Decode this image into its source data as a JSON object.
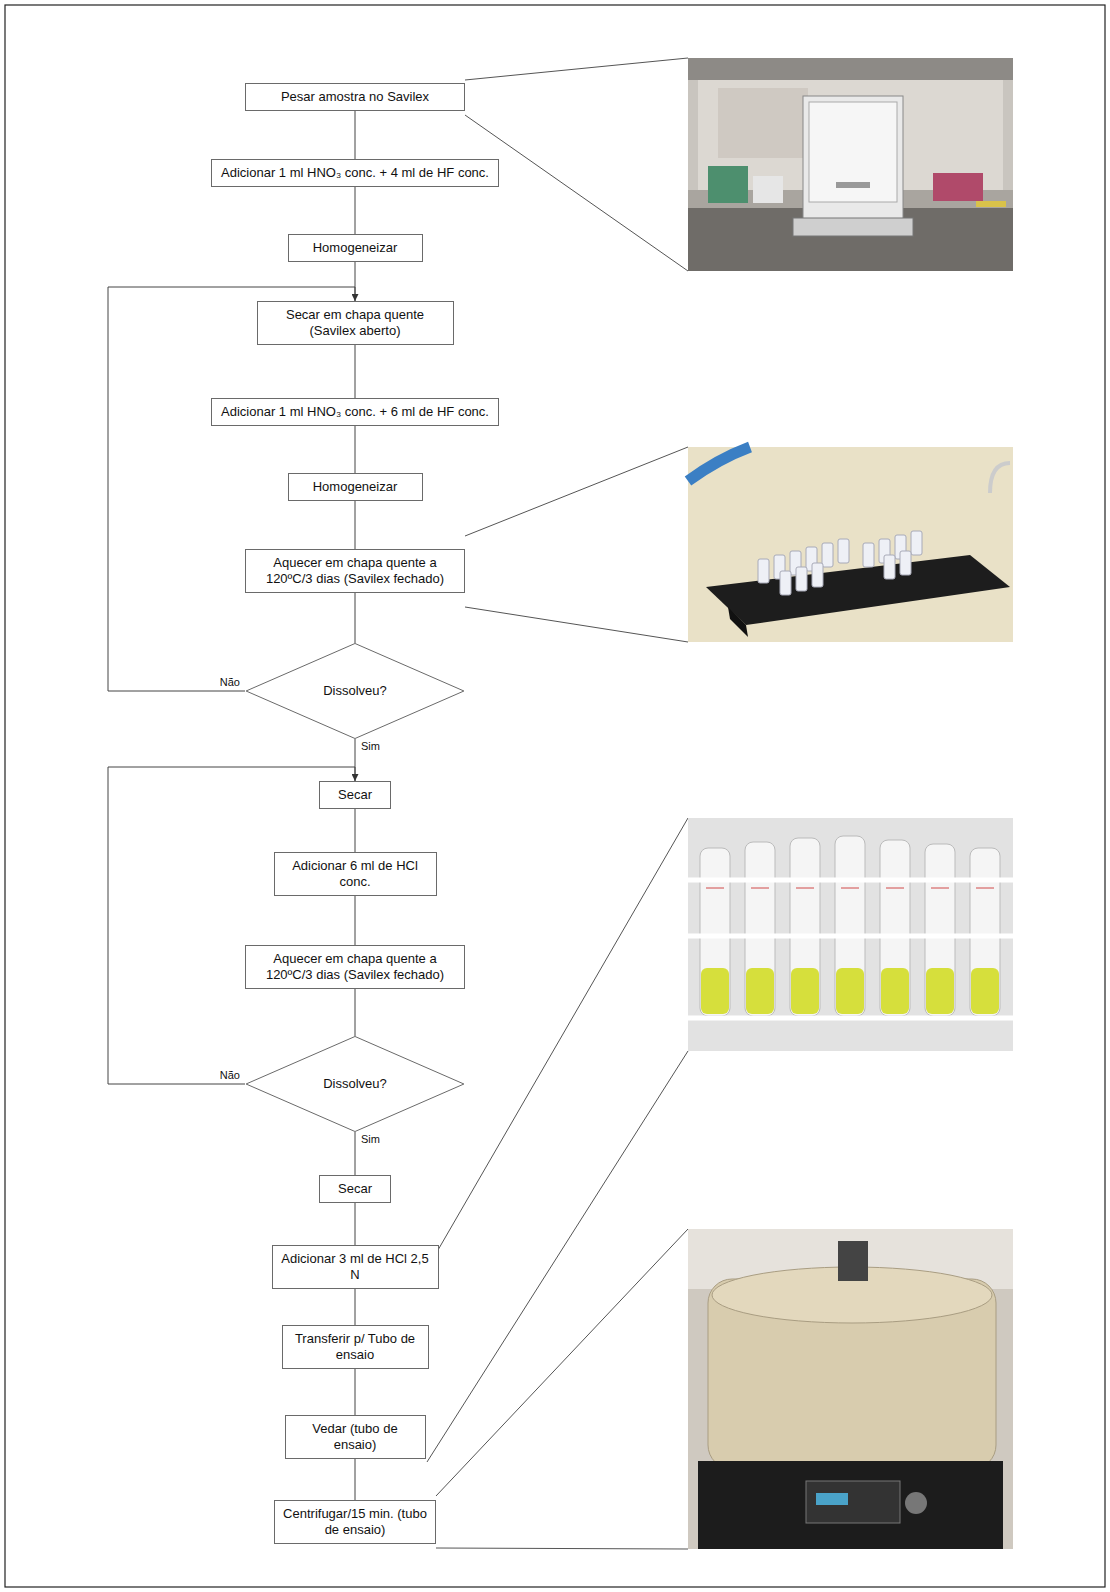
{
  "diagram": {
    "nodes": [
      {
        "text": [
          "Pesar amostra no Savilex"
        ]
      },
      {
        "text": [
          "Adicionar 1 ml HNO₃ conc. + 4 ml de HF conc."
        ]
      },
      {
        "text": [
          "Homogeneizar"
        ]
      },
      {
        "text": [
          "Secar em chapa quente (Savilex aberto)"
        ]
      },
      {
        "text": [
          "Adicionar 1 ml HNO₃ conc. + 6 ml de HF conc."
        ]
      },
      {
        "text": [
          "Homogeneizar"
        ]
      },
      {
        "text": [
          "Aquecer em chapa quente a 120ºC/3 dias (Savilex fechado)"
        ]
      },
      {
        "text": [
          "Dissolveu?"
        ]
      },
      {
        "text": [
          "Secar"
        ]
      },
      {
        "text": [
          "Adicionar 6 ml de HCl conc."
        ]
      },
      {
        "text": [
          "Aquecer em chapa quente a 120ºC/3 dias (Savilex fechado)"
        ]
      },
      {
        "text": [
          "Dissolveu?"
        ]
      },
      {
        "text": [
          "Secar"
        ]
      },
      {
        "text": [
          "Adicionar 3 ml de HCl 2,5 N"
        ]
      },
      {
        "text": [
          "Transferir p/ Tubo de ensaio"
        ]
      },
      {
        "text": [
          "Vedar (tubo de ensaio)"
        ]
      },
      {
        "text": [
          "Centrifugar/15 min. (tubo de ensaio)"
        ]
      }
    ],
    "edges": [
      {
        "from": 0,
        "to": 1,
        "arrow": "none"
      },
      {
        "from": 1,
        "to": 2,
        "arrow": "none"
      },
      {
        "from": 2,
        "to": 3,
        "arrow": "none"
      },
      {
        "from": 3,
        "to": 4,
        "arrow": "none"
      },
      {
        "from": 4,
        "to": 5,
        "arrow": "none"
      },
      {
        "from": 5,
        "to": 6,
        "arrow": "none"
      },
      {
        "from": 6,
        "to": 7,
        "arrow": "none"
      },
      {
        "from": 7,
        "to": 3,
        "label": "Não",
        "arrow": "to"
      },
      {
        "from": 7,
        "to": 8,
        "label": "Sim",
        "arrow": "none"
      },
      {
        "from": 8,
        "to": 9,
        "arrow": "none"
      },
      {
        "from": 9,
        "to": 10,
        "arrow": "none"
      },
      {
        "from": 10,
        "to": 11,
        "arrow": "none"
      },
      {
        "from": 11,
        "to": 8,
        "label": "Não",
        "arrow": "to"
      },
      {
        "from": 11,
        "to": 12,
        "label": "Sim",
        "arrow": "none"
      },
      {
        "from": 12,
        "to": 13,
        "arrow": "none"
      },
      {
        "from": 13,
        "to": 14,
        "arrow": "none"
      },
      {
        "from": 14,
        "to": 15,
        "arrow": "none"
      },
      {
        "from": 15,
        "to": 16,
        "arrow": "none"
      }
    ]
  }
}
